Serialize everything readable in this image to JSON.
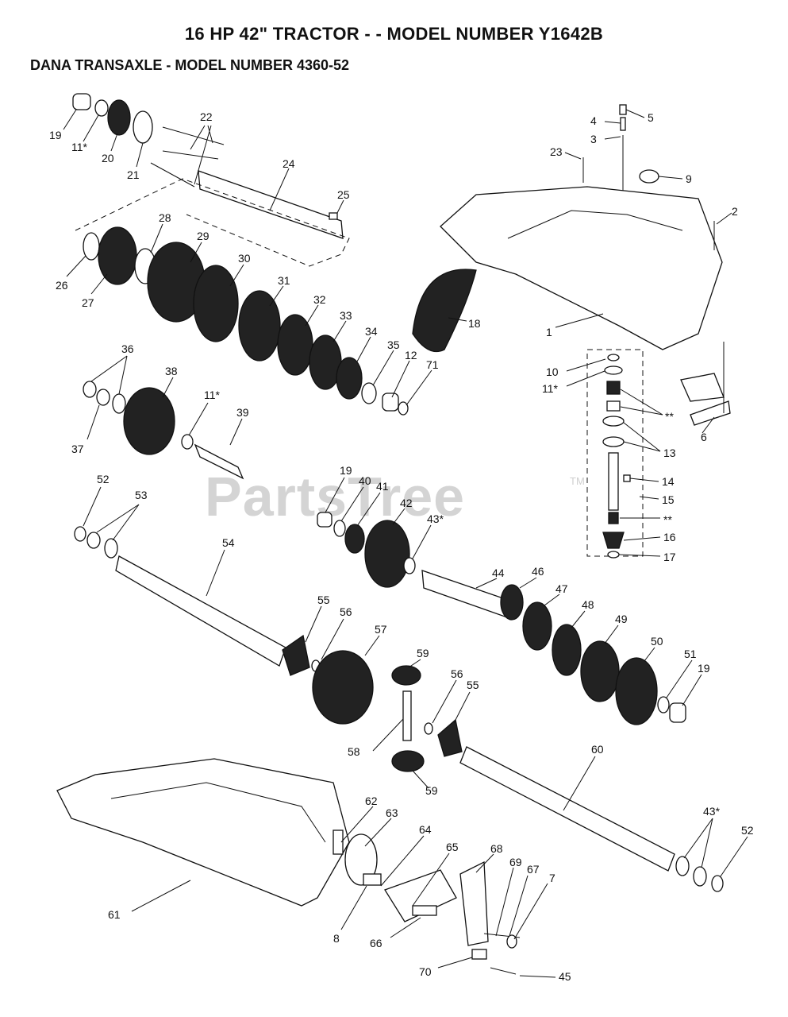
{
  "header": {
    "title": "16 HP 42\"  TRACTOR - - MODEL NUMBER Y1642B",
    "subtitle": "DANA TRANSAXLE - MODEL NUMBER 4360-52"
  },
  "watermark": {
    "text": "PartsTree",
    "mark": "TM"
  },
  "callouts": [
    {
      "id": "c19a",
      "label": "19"
    },
    {
      "id": "c11a",
      "label": "11*"
    },
    {
      "id": "c20",
      "label": "20"
    },
    {
      "id": "c21",
      "label": "21"
    },
    {
      "id": "c22",
      "label": "22"
    },
    {
      "id": "c24",
      "label": "24"
    },
    {
      "id": "c25",
      "label": "25"
    },
    {
      "id": "c26",
      "label": "26"
    },
    {
      "id": "c27",
      "label": "27"
    },
    {
      "id": "c28",
      "label": "28"
    },
    {
      "id": "c29",
      "label": "29"
    },
    {
      "id": "c30",
      "label": "30"
    },
    {
      "id": "c31",
      "label": "31"
    },
    {
      "id": "c32",
      "label": "32"
    },
    {
      "id": "c33",
      "label": "33"
    },
    {
      "id": "c34",
      "label": "34"
    },
    {
      "id": "c35",
      "label": "35"
    },
    {
      "id": "c12",
      "label": "12"
    },
    {
      "id": "c71",
      "label": "71"
    },
    {
      "id": "c18",
      "label": "18"
    },
    {
      "id": "c36",
      "label": "36"
    },
    {
      "id": "c37",
      "label": "37"
    },
    {
      "id": "c38",
      "label": "38"
    },
    {
      "id": "c11b",
      "label": "11*"
    },
    {
      "id": "c39",
      "label": "39"
    },
    {
      "id": "c5",
      "label": "5"
    },
    {
      "id": "c4",
      "label": "4"
    },
    {
      "id": "c3",
      "label": "3"
    },
    {
      "id": "c23",
      "label": "23"
    },
    {
      "id": "c9",
      "label": "9"
    },
    {
      "id": "c2",
      "label": "2"
    },
    {
      "id": "c1",
      "label": "1"
    },
    {
      "id": "c10",
      "label": "10"
    },
    {
      "id": "c11c",
      "label": "11*"
    },
    {
      "id": "cstar1",
      "label": "**"
    },
    {
      "id": "c13",
      "label": "13"
    },
    {
      "id": "c6",
      "label": "6"
    },
    {
      "id": "c14",
      "label": "14"
    },
    {
      "id": "c15",
      "label": "15"
    },
    {
      "id": "cstar2",
      "label": "**"
    },
    {
      "id": "c16",
      "label": "16"
    },
    {
      "id": "c17",
      "label": "17"
    },
    {
      "id": "c52a",
      "label": "52"
    },
    {
      "id": "c53",
      "label": "53"
    },
    {
      "id": "c54",
      "label": "54"
    },
    {
      "id": "c19b",
      "label": "19"
    },
    {
      "id": "c40",
      "label": "40"
    },
    {
      "id": "c41",
      "label": "41"
    },
    {
      "id": "c42",
      "label": "42"
    },
    {
      "id": "c43a",
      "label": "43*"
    },
    {
      "id": "c44",
      "label": "44"
    },
    {
      "id": "c46",
      "label": "46"
    },
    {
      "id": "c47",
      "label": "47"
    },
    {
      "id": "c48",
      "label": "48"
    },
    {
      "id": "c49",
      "label": "49"
    },
    {
      "id": "c50",
      "label": "50"
    },
    {
      "id": "c51",
      "label": "51"
    },
    {
      "id": "c19c",
      "label": "19"
    },
    {
      "id": "c55a",
      "label": "55"
    },
    {
      "id": "c56a",
      "label": "56"
    },
    {
      "id": "c57",
      "label": "57"
    },
    {
      "id": "c59a",
      "label": "59"
    },
    {
      "id": "c56b",
      "label": "56"
    },
    {
      "id": "c55b",
      "label": "55"
    },
    {
      "id": "c58",
      "label": "58"
    },
    {
      "id": "c59b",
      "label": "59"
    },
    {
      "id": "c60",
      "label": "60"
    },
    {
      "id": "c62",
      "label": "62"
    },
    {
      "id": "c63",
      "label": "63"
    },
    {
      "id": "c64",
      "label": "64"
    },
    {
      "id": "c65",
      "label": "65"
    },
    {
      "id": "c68",
      "label": "68"
    },
    {
      "id": "c69",
      "label": "69"
    },
    {
      "id": "c67",
      "label": "67"
    },
    {
      "id": "c7",
      "label": "7"
    },
    {
      "id": "c43b",
      "label": "43*"
    },
    {
      "id": "c52b",
      "label": "52"
    },
    {
      "id": "c61",
      "label": "61"
    },
    {
      "id": "c8",
      "label": "8"
    },
    {
      "id": "c66",
      "label": "66"
    },
    {
      "id": "c70",
      "label": "70"
    },
    {
      "id": "c45",
      "label": "45"
    }
  ]
}
